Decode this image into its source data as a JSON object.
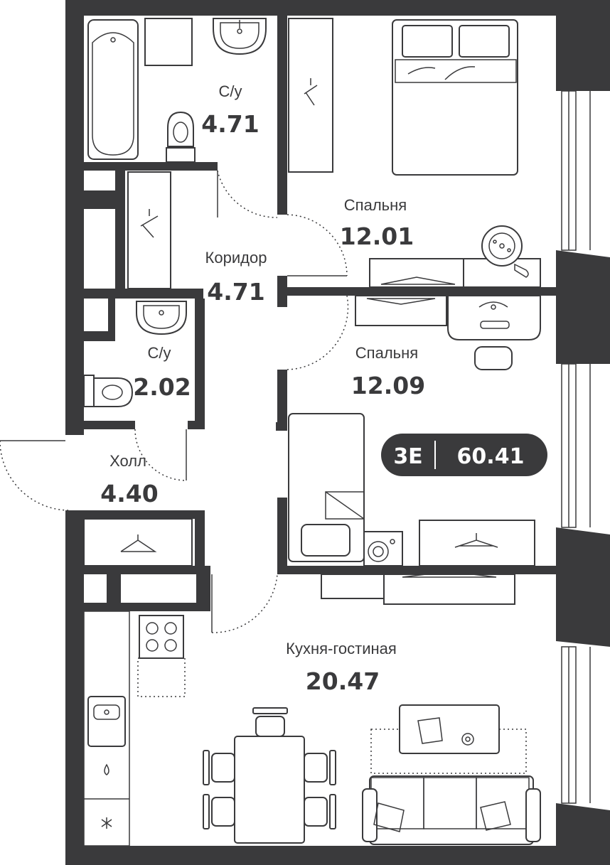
{
  "rooms": [
    {
      "name": "С/у",
      "area": "4.71"
    },
    {
      "name": "Спальня",
      "area": "12.01"
    },
    {
      "name": "Коридор",
      "area": "4.71"
    },
    {
      "name": "С/у",
      "area": "2.02"
    },
    {
      "name": "Спальня",
      "area": "12.09"
    },
    {
      "name": "Холл",
      "area": "4.40"
    },
    {
      "name": "Кухня-гостиная",
      "area": "20.47"
    }
  ],
  "badge": {
    "type": "3E",
    "total_area": "60.41"
  },
  "colors": {
    "walls": "#3a3a3c",
    "background": "#ffffff",
    "badge": "#3a3a3c"
  }
}
